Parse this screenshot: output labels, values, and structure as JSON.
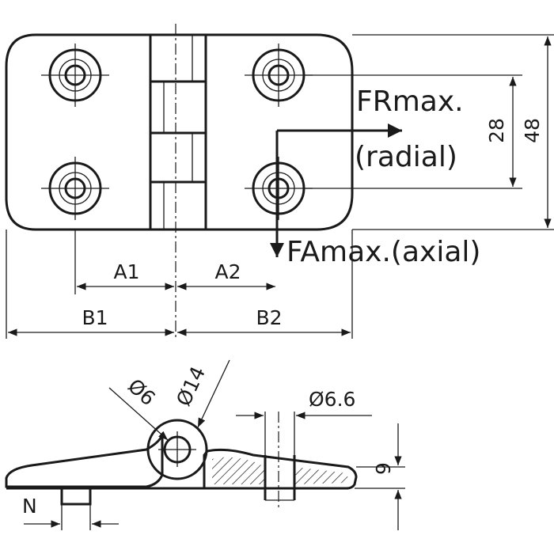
{
  "labels": {
    "fr": "FRmax.",
    "radial": "(radial)",
    "fa": "FAmax.(axial)",
    "dim_28": "28",
    "dim_48": "48",
    "a1": "A1",
    "a2": "A2",
    "b1": "B1",
    "b2": "B2",
    "d6": "Ø6",
    "d14": "Ø14",
    "d66": "Ø6.6",
    "dim_9": "9",
    "n": "N"
  }
}
